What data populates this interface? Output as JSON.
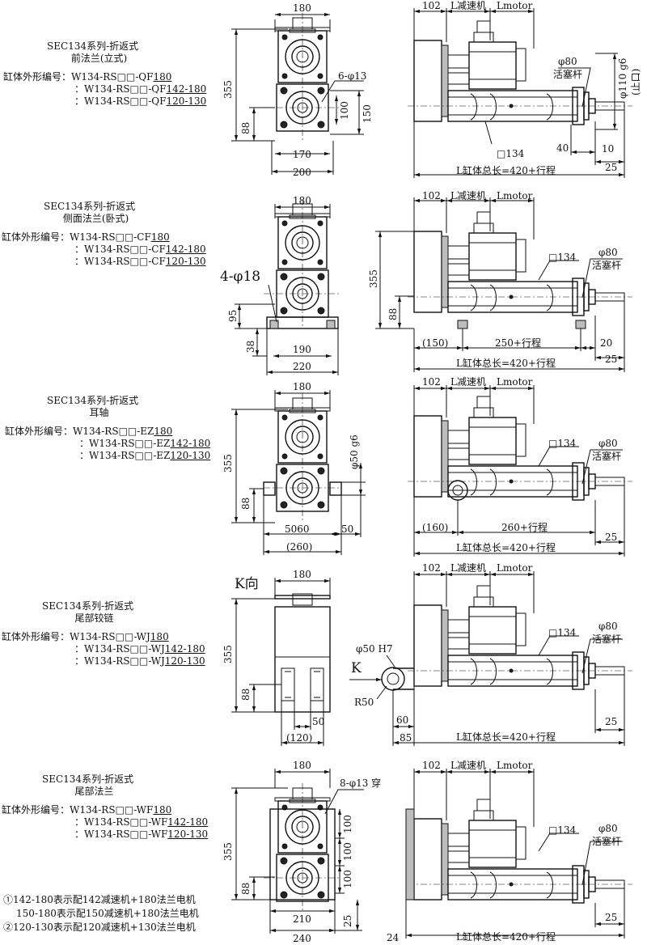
{
  "sections": [
    {
      "series": "SEC134系列-折返式",
      "mount": "前法兰(立式)",
      "code_label": "缸体外形编号：",
      "codes": [
        {
          "prefix": "W134-RS□□-QF",
          "suffix": "180"
        },
        {
          "prefix": "：W134-RS□□-QF",
          "suffix": "142-180"
        },
        {
          "prefix": "：W134-RS□□-QF",
          "suffix": "120-130"
        }
      ]
    },
    {
      "series": "SEC134系列-折返式",
      "mount": "侧面法兰(卧式)",
      "code_label": "缸体外形编号：",
      "codes": [
        {
          "prefix": "W134-RS□□-CF",
          "suffix": "180"
        },
        {
          "prefix": "：W134-RS□□-CF",
          "suffix": "142-180"
        },
        {
          "prefix": "：W134-RS□□-CF",
          "suffix": "120-130"
        }
      ]
    },
    {
      "series": "SEC134系列-折返式",
      "mount": "耳轴",
      "code_label": "缸体外形编号：",
      "codes": [
        {
          "prefix": "W134-RS□□-EZ",
          "suffix": "180"
        },
        {
          "prefix": "：W134-RS□□-EZ",
          "suffix": "142-180"
        },
        {
          "prefix": "：W134-RS□□-EZ",
          "suffix": "120-130"
        }
      ]
    },
    {
      "series": "SEC134系列-折返式",
      "mount": "尾部铰链",
      "code_label": "缸体外形编号：",
      "codes": [
        {
          "prefix": "W134-RS□□-WJ",
          "suffix": "180"
        },
        {
          "prefix": "：W134-RS□□-WJ",
          "suffix": "142-180"
        },
        {
          "prefix": "：W134-RS□□-WJ",
          "suffix": "120-130"
        }
      ]
    },
    {
      "series": "SEC134系列-折返式",
      "mount": "尾部法兰",
      "code_label": "缸体外形编号：",
      "codes": [
        {
          "prefix": "W134-RS□□-WF",
          "suffix": "180"
        },
        {
          "prefix": "：W134-RS□□-WF",
          "suffix": "142-180"
        },
        {
          "prefix": "：W134-RS□□-WF",
          "suffix": "120-130"
        }
      ]
    }
  ],
  "dims": {
    "d180": "180",
    "d355": "355",
    "d88": "88",
    "d102": "102",
    "l_reducer": "L减速机",
    "l_motor": "Lmotor",
    "rod": "φ80",
    "rod_text": "活塞杆",
    "total": "L缸体总长=420+行程",
    "sq134": "□134",
    "d25": "25",
    "s1_holes": "6-φ13",
    "s1_100": "100",
    "s1_150": "150",
    "s1_170": "170",
    "s1_200": "200",
    "s1_spigot": "φ110 g6",
    "s1_spigot2": "(止口)",
    "s1_40": "40",
    "s1_10": "10",
    "s2_holes": "4-φ18",
    "s2_95": "95",
    "s2_38": "38",
    "s2_190": "190",
    "s2_220": "220",
    "s2_150": "(150)",
    "s2_250": "250+行程",
    "s2_20": "20",
    "s3_shaft": "φ50 g6",
    "s3_5060": "5060",
    "s3_50": "50",
    "s3_260p": "(260)",
    "s3_160": "(160)",
    "s3_260": "260+行程",
    "s4_k": "K向",
    "s4_k2": "K",
    "s4_50": "50",
    "s4_120": "(120)",
    "s4_hole": "φ50 H7",
    "s4_r": "R50",
    "s4_60": "60",
    "s4_85": "85",
    "s5_holes": "8-φ13 穿",
    "s5_100a": "100",
    "s5_100b": "100",
    "s5_100c": "100",
    "s5_210": "210",
    "s5_240": "240",
    "s5_25": "25",
    "s5_24": "24"
  },
  "notes": [
    "①142-180表示配142减速机+180法兰电机",
    "150-180表示配150减速机+180法兰电机",
    "②120-130表示配120减速机+130法兰电机"
  ]
}
